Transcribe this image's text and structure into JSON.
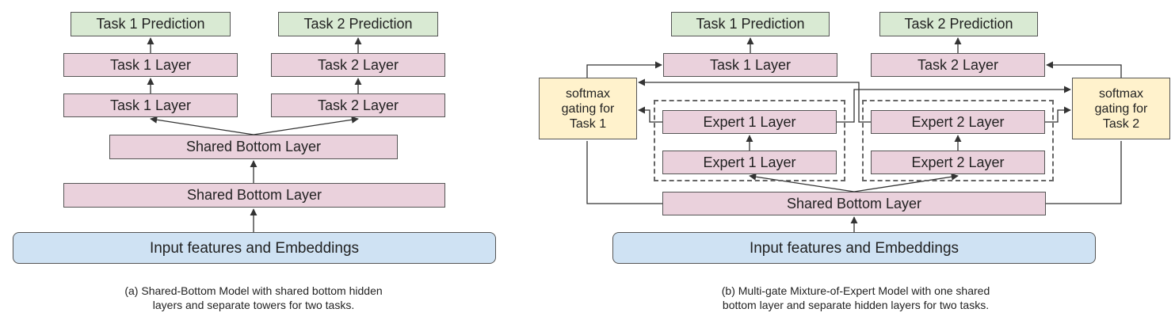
{
  "panel_a": {
    "task1_prediction": "Task 1 Prediction",
    "task2_prediction": "Task 2 Prediction",
    "task1_layer_top": "Task 1 Layer",
    "task2_layer_top": "Task 2 Layer",
    "task1_layer_bottom": "Task 1 Layer",
    "task2_layer_bottom": "Task 2 Layer",
    "shared_bottom_top": "Shared Bottom Layer",
    "shared_bottom_bottom": "Shared Bottom Layer",
    "input": "Input features and Embeddings",
    "caption_line1": "(a) Shared-Bottom Model with shared bottom hidden",
    "caption_line2": "layers and separate towers for two tasks."
  },
  "panel_b": {
    "task1_prediction": "Task 1 Prediction",
    "task2_prediction": "Task 2 Prediction",
    "task1_layer": "Task 1 Layer",
    "task2_layer": "Task 2 Layer",
    "gate1": [
      "softmax",
      "gating for",
      "Task 1"
    ],
    "gate2": [
      "softmax",
      "gating for",
      "Task 2"
    ],
    "expert1_top": "Expert 1 Layer",
    "expert1_bottom": "Expert 1 Layer",
    "expert2_top": "Expert 2 Layer",
    "expert2_bottom": "Expert 2 Layer",
    "shared_bottom": "Shared Bottom Layer",
    "input": "Input features and Embeddings",
    "caption_line1": "(b) Multi-gate Mixture-of-Expert Model with one shared",
    "caption_line2": "bottom layer and separate hidden layers for two tasks."
  },
  "colors": {
    "layer": "#ead1dc",
    "prediction": "#d9ead3",
    "gate": "#fff2cc",
    "input": "#cfe2f3",
    "stroke": "#555555"
  }
}
